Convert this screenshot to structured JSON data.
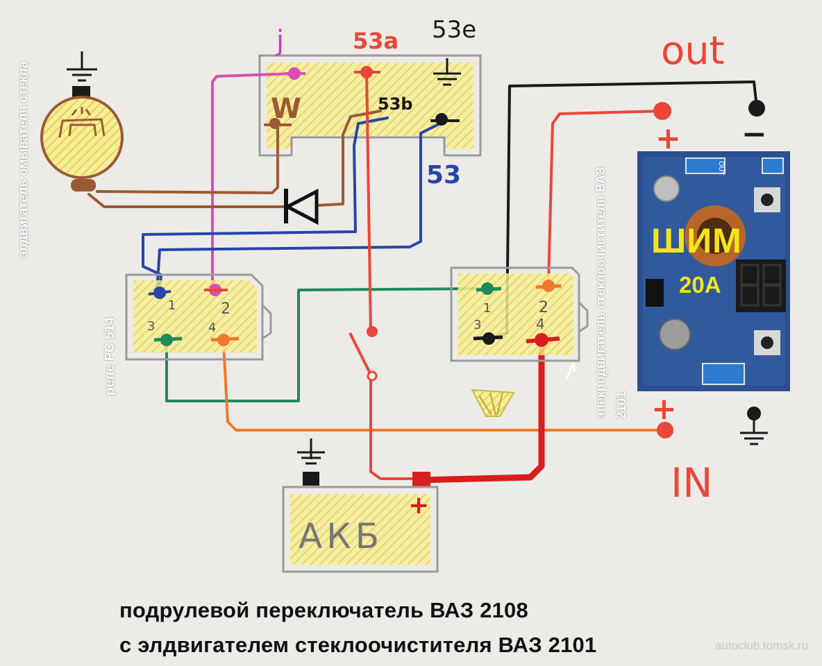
{
  "switch_labels": {
    "j": "j",
    "t53a": "53a",
    "t53e": "53e",
    "w": "W",
    "t53b": "53b",
    "t53": "53"
  },
  "relay1": {
    "label": "реле РС 514",
    "pin1": "1",
    "pin2": "2",
    "pin3": "3",
    "pin4": "4"
  },
  "relay2": {
    "pin1": "1",
    "pin2": "2",
    "pin3": "3",
    "pin4": "4"
  },
  "washer_motor_label": "элдвигатель омывателя стекла",
  "wiper_motor_label": "элекродвигатель стеклоочистителя ВАЗ 2101",
  "pwm": {
    "title": "ШИМ",
    "amps": "20А",
    "out_text": "OUT"
  },
  "out_label": "out",
  "in_label": "IN",
  "plus_sign": "+",
  "minus_sign": "−",
  "battery_label": "АКБ",
  "caption_line1": "подрулевой переключатель ВАЗ 2108",
  "caption_line2": "с элдвигателем стеклоочистителя ВАЗ 2101",
  "watermark": "autoclub.tomsk.ru",
  "colors": {
    "red": "#e8473a",
    "dark_red": "#d81e1e",
    "magenta": "#d94fb0",
    "blue": "#2845a8",
    "green": "#1f8a5b",
    "orange": "#ef7a2c",
    "brown": "#9b5a33",
    "black": "#1a1a1a",
    "yellow_hatch": "#f1e16a"
  }
}
